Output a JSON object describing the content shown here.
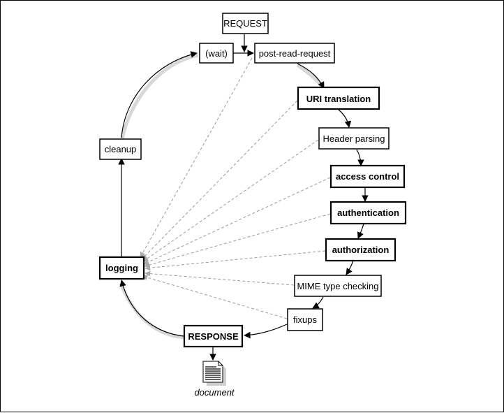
{
  "nodes": {
    "request": "REQUEST",
    "wait": "(wait)",
    "post_read_request": "post-read-request",
    "uri_translation": "URI translation",
    "header_parsing": "Header parsing",
    "access_control": "access control",
    "authentication": "authentication",
    "authorization": "authorization",
    "mime_type_checking": "MIME type checking",
    "fixups": "fixups",
    "response": "RESPONSE",
    "logging": "logging",
    "cleanup": "cleanup"
  },
  "document_label": "document",
  "colors": {
    "stroke": "#000000",
    "box_fill": "#ffffff",
    "dashed_arrow": "#9a9a9a",
    "shadow": "#c8c8c8"
  },
  "icons": [
    "document-icon"
  ]
}
